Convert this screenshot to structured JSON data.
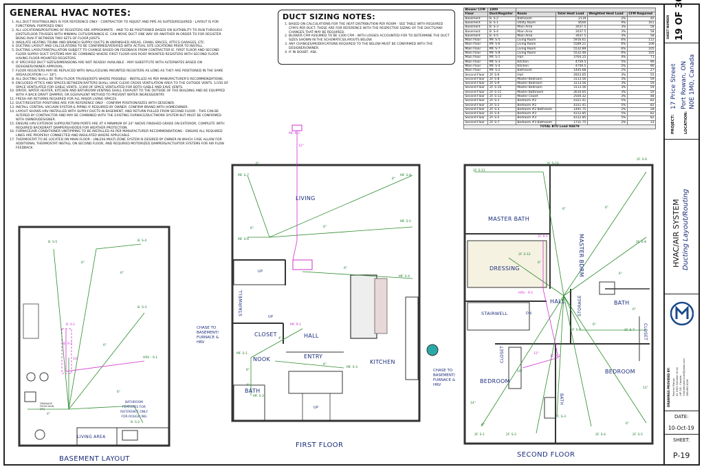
{
  "general_notes": {
    "title": "GENERAL HVAC  NOTES:",
    "items": [
      "ALL DUCT ROUTING/LINES IS FOR REFERENCE ONLY - CONTRACTOR TO ADJUST AND PIPE AS SUITED/REQUIRED - LAYOUT IS FOR FUNCTIONAL PURPOSES ONLY.",
      "ALL LOCATIONS/POSITIONS OF REGISTERS ARE APPROXIMATE - AND TO BE POSITIONED BASED ON SUITABILITY TO RUN THROUGH JOISTS/FLOOR TRUSSES WITH MINIMAL CUTS/OPENINGS IE. CAN MOVE DUCT ONE WAY OR ANOTHER IN ORDER TO FOR REGISTER BEING RUN IT BETWEEN TWO SETS OF FLOOR JOISTS.",
      "INSULATE HEATING TRUNK AND BRANCH SUPPLY DUCTS IN UNFINISHED AREAS, CRAWL SPACES, ATTICS GARAGES, ETC.",
      "DUCTING LAYOUT AND CALCULATIONS TO BE CONFIRMED/VERIFIED WITH ACTUAL SITE LOCATIONS PRIOR TO INSTALL.",
      "DUCTING LAYOUT/INSTALLATION SUBJECT TO CHANGE BASED ON FEEDBACK FROM CONTRACTOR IE. FIRST FLOOR AND SECOND FLOOR SUPPLY DUCT SYSTEMS MAY BE COMBINED WHERE FIRST FLOOR HAS ROOF MOUNTED REGISTERS WITH SECOND FLOOR HAVING FLOOR MOUNTED REGISTERS.",
      "IF SPECIFIED DUCT SIZES/DIMENSIONS ARE NOT READILY AVAILABLE - MAY SUBSTITUTE WITH ALTERNATES BASED ON DESIGNER/OWNER APPROVAL.",
      "FLOOR REGISTERS MAY BE REPLACED WITH WALL/CEILING MOUNTED REGISTERS AS LONG AS THEY ARE POSITIONED IN THE SAME AREA/LOCATION (+/- 18\").",
      "ALL DUCTING SHALL BE THRU FLOOR TRUSS/JOISTS WHERE POSSIBLE - INSTALLED AS PER MANUFACTURER'S RECOMMENDATIONS.",
      "ENCLOSED ATTICS AND SPACES BETWEEN RAFTERS SHALL HAVE CLEAR CROSS VENTILATION AREA TO THE OUTSIDE VENTS. 1/150 OF SPACE VENTILATED FOR GABLE VENTS. 1/300 OF SPACE VENTILATED FOR BOTH GABLE AND EAVE VENTS.",
      "DRYER, WATER HEATER, KITCHEN AND BATHROOM VENTING SHALL EXHAUST TO THE OUTSIDE OF THE BUILDING AND BE EQUIPPED WITH A BACK DRAFT DAMPER, OR EQUIVALENT METHOD TO PREVENT WATER INGRESS/ENTRY.",
      "FRESH AIR RETURNS REQUIRED FOR ALL MAJOR LIVING SPACES.",
      "DUCT/REGISTER POSITIONS ARE FOR REFERENCE ONLY - CONFIRM POSITION/SIZES WITH DESIGNER.",
      "INSTALL CENTRAL VACUUM SYSTEM & PIPING IF REQUIRED BY OWNER. CONFIRM BRAND WITH HOMEOWNER.",
      "LAYOUT SHOWS HRV INSTALLED WITH SUPPLY DUCTS IN BASEMENT, AND RETURN PULLED FROM SECOND FLOOR - THIS CAN BE ALTERED BY CONTRACTOR AND MAY BE COMBINED WITH THE EXISTING FURNACE/DUCTWORK SYSTEM BUT MUST BE CONFIRMED WITH OWNER/DESIGNER.",
      "ENSURE HRV EXTERIOR SUPPLY/RETURN PORTS ARE AT A MINIMUM OF 24\" ABOVE FINISHED GRADE ON EXTERIOR, COMPLETE WITH REQUIRED BACKDRAFT DAMPERS/HOODS FOR WEATHER PROTECTION.",
      "FURNACE/AIR CONDITIONER UNIT/PIPING TO BE INSTALLED AS PER MANUFACTURER RECOMMENDATIONS - ENSURE ALL REQUIRED LINES ARE PROPERLY CONNECTED AND INSULATED WHERE APPLICABLE.",
      "THERMOSTAT TO BE LOCATED ON MAIN FLOOR - UNLESS MULTI-ZONE SYSTEM IS DESIRED BY OWNER IN WHICH CASE ALLOW FOR ADDITIONAL THERMOSTAT INSTALL ON SECOND FLOOR, AND REQUIRED MOTORIZED DAMPERS/ACTUATOR SYSTEMS FOR AIR FLOW FEEDBACK."
    ]
  },
  "duct_notes": {
    "title": "DUCT SIZING NOTES:",
    "items": [
      "BASED ON CALCULATIONS FOR THE HEAT DISTRIBUTION PER ROOM - SEE TABLE WITH REQUIRED CFM'S PER DUCT. THESE ARE FOR REFERENCE WITH THE RESPECTIVE SIZING OF THE DUCTS/ANY CHANGES THAT MAY BE REQUIRED.",
      "BLOWER CFM ASSUMED TO BE 1300 CFM - WITH LOSSES ACCOUNTED FOR TO DETERMINE THE DUCT SIZES SHOWN IN THE SCHEMATICS/LAYOUTS BELOW.",
      "ANY CHANGES/MODIFICATIONS REQUIRED TO THE BELOW MUST BE CONFIRMED WITH THE DESIGNER/OWNER.",
      "IF IN DOUBT, ASK."
    ]
  },
  "cfm_table": {
    "blower_label": "Blower CFM",
    "blower_value": "1800",
    "columns": [
      "Floor",
      "Duct/Register",
      "Room",
      "Total Heat Load",
      "Weighted Heat Load",
      "CFM Required"
    ],
    "rows": [
      [
        "Basement",
        "B. S-2",
        "Bathroom",
        "2119",
        "2%",
        "40"
      ],
      [
        "Basement",
        "B. S-1",
        "Utility Room",
        "8500",
        "9%",
        "161"
      ],
      [
        "Basement",
        "B. S-3",
        "Main Area",
        "3037.5",
        "3%",
        "58"
      ],
      [
        "Basement",
        "B. S-4",
        "Main Area",
        "3037.5",
        "3%",
        "58"
      ],
      [
        "Basement",
        "B. S-5",
        "Main Area",
        "3037.5",
        "3%",
        "58"
      ],
      [
        "Main Floor",
        "MF. S-5",
        "Living Room",
        "5916.61",
        "6%",
        "112"
      ],
      [
        "Main Floor",
        "MF. S-6",
        "Living Room",
        "5589.21",
        "6%",
        "106"
      ],
      [
        "Main Floor",
        "MF. S-7",
        "Living Room",
        "5532.89",
        "6%",
        "105"
      ],
      [
        "Main Floor",
        "MF. S-8",
        "Living Room",
        "5532.46",
        "6%",
        "105"
      ],
      [
        "Main Floor",
        "MF. S-1",
        "Hall",
        "3764.25",
        "4%",
        "71"
      ],
      [
        "Main Floor",
        "MF. S-3",
        "Kitchen",
        "4759.5",
        "5%",
        "90"
      ],
      [
        "Main Floor",
        "MF. S-4",
        "Kitchen",
        "4759.5",
        "5%",
        "90"
      ],
      [
        "Main Floor",
        "MF. S-2",
        "Bathroom",
        "1445.68",
        "2%",
        "27"
      ],
      [
        "Second Floor",
        "2F. S-6",
        "Hall",
        "2923.65",
        "3%",
        "55"
      ],
      [
        "Second Floor",
        "2F. S-8",
        "Master Bedroom",
        "3113.56",
        "3%",
        "59"
      ],
      [
        "Second Floor",
        "2F. S-9",
        "Master Bedroom",
        "3113.56",
        "3%",
        "59"
      ],
      [
        "Second Floor",
        "2F. S-10",
        "Master Bedroom",
        "3113.56",
        "3%",
        "59"
      ],
      [
        "Second Floor",
        "2F. S-11",
        "Master Bathroom",
        "2610.65",
        "3%",
        "50"
      ],
      [
        "Second Floor",
        "2F. S-12",
        "Master Closet",
        "2504.32",
        "3%",
        "48"
      ],
      [
        "Second Floor",
        "2F. S-1",
        "Bedroom #2",
        "4321.41",
        "5%",
        "82"
      ],
      [
        "Second Floor",
        "2F. S-2",
        "Bedroom #2",
        "4321.41",
        "5%",
        "82"
      ],
      [
        "Second Floor",
        "2F. S-3",
        "Bedroom #2 Bathroom",
        "1491.75",
        "2%",
        "28"
      ],
      [
        "Second Floor",
        "2F. S-4",
        "Bedroom #3",
        "4312.85",
        "5%",
        "82"
      ],
      [
        "Second Floor",
        "2F. S-5",
        "Bedroom #3",
        "4312.85",
        "5%",
        "82"
      ],
      [
        "Second Floor",
        "2F. S-7",
        "Bedroom #3 Bathroom",
        "1731.75",
        "2%",
        "33"
      ]
    ],
    "total": "TOTAL BTU Load 94879"
  },
  "title_block": {
    "sheet_number_label": "SHEET NUMBER",
    "sheet_number": "19 OF 30",
    "project_label": "PROJECT:",
    "project_value": "17 Price Street",
    "location_label": "LOCATION:",
    "location_value_1": "Port Rowan, ON",
    "location_value_2": "N0E 1M0, Canada",
    "system_title": "HVAC/AIR SYSTEM",
    "system_subtitle": "Ducting Layout/Routing",
    "drawings_by_label": "DRAWINGS PROVIDED BY:",
    "drawings_by_lines": [
      "Roshan Manga",
      "62 1003 Hamilton Drive",
      "L9P 0J5 - Canada",
      "rmdraftingservices@gmail.com",
      "289.683.6116"
    ],
    "date_label": "DATE:",
    "date_value": "10-Oct-19",
    "sheet_label": "SHEET:",
    "sheet_value": "P-19"
  },
  "basement": {
    "caption": "BASEMENT LAYOUT",
    "rooms": {
      "living": "LIVING AREA"
    },
    "note": "BATHROOM FEATURES FOR REFERENCE ONLY FOR ROUGH ING",
    "registers": [
      "B. S-5",
      "B. S-4",
      "B. S-3",
      "B. S-1",
      "B. R-1",
      "HRV - S-1",
      "B. S-2"
    ],
    "sizes": [
      "6\"",
      "6\"",
      "6\"",
      "10\"",
      "6\"",
      "4\""
    ],
    "small": "DRAINAGE FROM MAIN (R1)"
  },
  "first_floor": {
    "caption": "FIRST FLOOR",
    "rooms": {
      "living": "LIVING",
      "stairwell": "STAIRWELL",
      "closet": "CLOSET",
      "hall": "HALL",
      "entry": "ENTRY",
      "nook": "NOOK",
      "kitchen": "KITCHEN",
      "bath": "BATH"
    },
    "registers": [
      "MF. S-7",
      "MF. R-2",
      "MF. S-8",
      "MF. S-6",
      "MF. S-5",
      "MF. S-4",
      "MF. R-1",
      "MF. S-1",
      "MF. S-3",
      "MF. S-2"
    ],
    "sizes": [
      "6\"",
      "12\"",
      "6\"",
      "6\"",
      "6\"",
      "6\"",
      "4\"",
      "6\"",
      "6\"",
      "4\""
    ],
    "up_labels": [
      "UP",
      "UP",
      "UP"
    ],
    "chase": "CHASE TO BASEMENT/ FURNACE & HRV"
  },
  "second_floor": {
    "caption": "SECOND FLOOR",
    "rooms": {
      "master_bath": "MASTER BATH",
      "master_bdrm": "MASTER BDRM",
      "dressing": "DRESSING",
      "hall": "HALL",
      "stairwell": "STAIRWELL",
      "storage": "STORAGE",
      "bath1": "BATH",
      "closet1": "CLOSET",
      "closet2": "CLOSET",
      "bedroom1": "BEDROOM",
      "bedroom2": "BEDROOM",
      "bath2": "BATH"
    },
    "registers": [
      "2F. S-11",
      "2F. S-10",
      "2F. S-9",
      "2F. S-8",
      "2F. R-1",
      "2F. S-12",
      "HRV - R-1",
      "2F. S-6",
      "2F. S-7",
      "2F. R-2",
      "2F. S-3",
      "2F. S-1",
      "2F. S-2",
      "2F. S-4",
      "2F. S-5"
    ],
    "sizes": [
      "6\"",
      "6\"",
      "6\"",
      "6\"",
      "12\"",
      "6\"",
      "6\"",
      "10\"",
      "14\"",
      "12\"",
      "6\"",
      "6\""
    ],
    "dn_label": "DN",
    "chase": "CHASE TO BASEMENT/ FURNACE & HRV"
  }
}
